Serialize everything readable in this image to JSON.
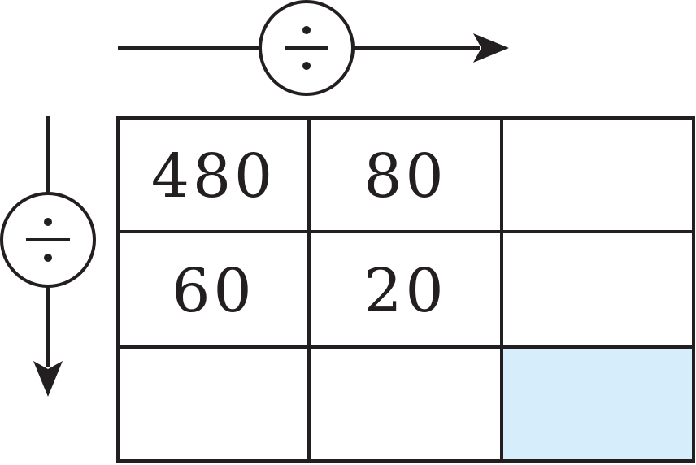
{
  "operators": {
    "horizontal": "÷",
    "vertical": "÷"
  },
  "grid": {
    "rows": [
      [
        "480",
        "80",
        ""
      ],
      [
        "60",
        "20",
        ""
      ],
      [
        "",
        "",
        ""
      ]
    ],
    "highlight_fill": "#d6eefb"
  },
  "colors": {
    "stroke": "#231f20",
    "background": "#ffffff"
  }
}
